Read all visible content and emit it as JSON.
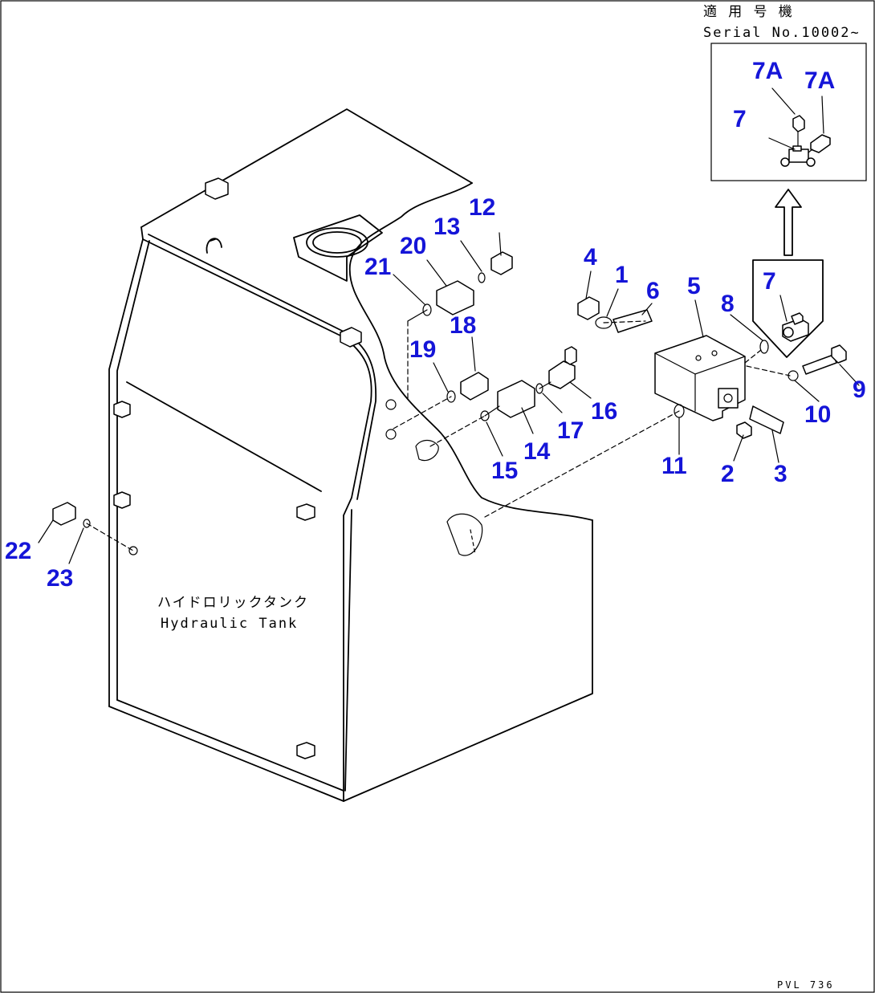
{
  "header": {
    "applicable_label": "適 用 号 機",
    "serial_label": "Serial No.10002~"
  },
  "tank_label": {
    "jp": "ハイドロリックタンク",
    "en": "Hydraulic Tank"
  },
  "footer": {
    "drawing_code": "PVL 736"
  },
  "callouts": {
    "c1": "1",
    "c2": "2",
    "c3": "3",
    "c4": "4",
    "c5": "5",
    "c6": "6",
    "c7_inset": "7",
    "c7a_left": "7A",
    "c7a_right": "7A",
    "c7_box": "7",
    "c8": "8",
    "c9": "9",
    "c10": "10",
    "c11": "11",
    "c12": "12",
    "c13": "13",
    "c14": "14",
    "c15": "15",
    "c16": "16",
    "c17": "17",
    "c18": "18",
    "c19": "19",
    "c20": "20",
    "c21": "21",
    "c22": "22",
    "c23": "23"
  },
  "colors": {
    "callout": "#1515d8",
    "line": "#000000",
    "background": "#ffffff"
  }
}
